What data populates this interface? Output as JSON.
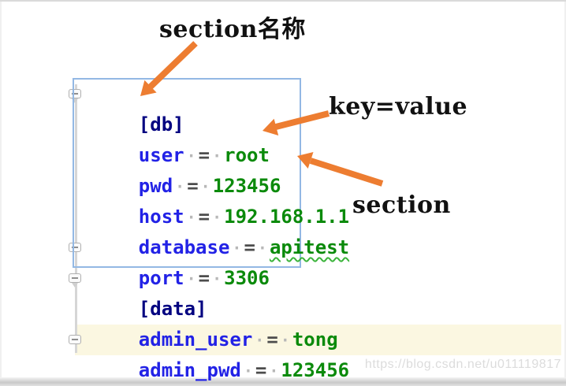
{
  "annotations": {
    "section_name": "section名称",
    "key_value": "key=value",
    "section": "section"
  },
  "editor": {
    "whitespace_dot": "·",
    "equals": "=",
    "lines": [
      {
        "type": "section",
        "text": "[db]"
      },
      {
        "type": "kv",
        "key": "user",
        "value": "root"
      },
      {
        "type": "kv",
        "key": "pwd",
        "value": "123456"
      },
      {
        "type": "kv",
        "key": "host",
        "value": "192.168.1.1"
      },
      {
        "type": "kv",
        "key": "database",
        "value": "apitest",
        "misspelled": true
      },
      {
        "type": "kv",
        "key": "port",
        "value": "3306"
      },
      {
        "type": "section",
        "text": "[data]"
      },
      {
        "type": "kv",
        "key": "admin_user",
        "value": "tong"
      },
      {
        "type": "kv",
        "key": "admin_pwd",
        "value": "123456",
        "highlighted": true
      }
    ]
  },
  "watermark": "https://blog.csdn.net/u011119817",
  "colors": {
    "arrow_accent": "#ED7D31",
    "section_name_text": "#000080",
    "key_text": "#2222E6",
    "value_text": "#0B8A0B",
    "equals_text": "#4d4d4d",
    "selection_box_border": "#93B8E4",
    "current_line_highlight": "#FBF7E1",
    "gutter": "#d6d6d6",
    "watermark_text": "#dcdcdc"
  }
}
